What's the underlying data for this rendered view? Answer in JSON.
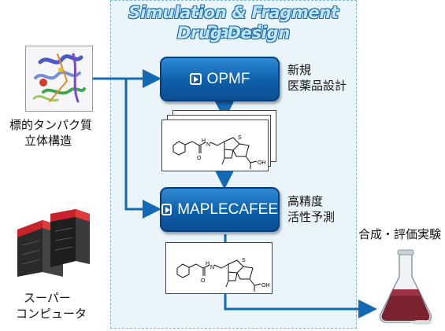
{
  "title": {
    "line1": "Simulation & Fragment Based",
    "line2": "Drug Design"
  },
  "buttons": {
    "opmf": "OPMF",
    "maplecafee": "MAPLECAFEE"
  },
  "labels": {
    "opmf_desc_1": "新規",
    "opmf_desc_2": "医薬品設計",
    "maple_desc_1": "高精度",
    "maple_desc_2": "活性予測",
    "protein_1": "標的タンパク質",
    "protein_2": "立体構造",
    "super_1": "スーパー",
    "super_2": "コンピュータ",
    "synthesis": "合成・評価実験"
  },
  "molecule_atoms": {
    "nh": "H",
    "n": "N",
    "s": "S",
    "o": "O",
    "oh": "OH"
  },
  "colors": {
    "arrow": "#1469b5",
    "button_top": "#2e8bd6",
    "button_bottom": "#0a4f94",
    "panel": "#e9f5fa"
  }
}
